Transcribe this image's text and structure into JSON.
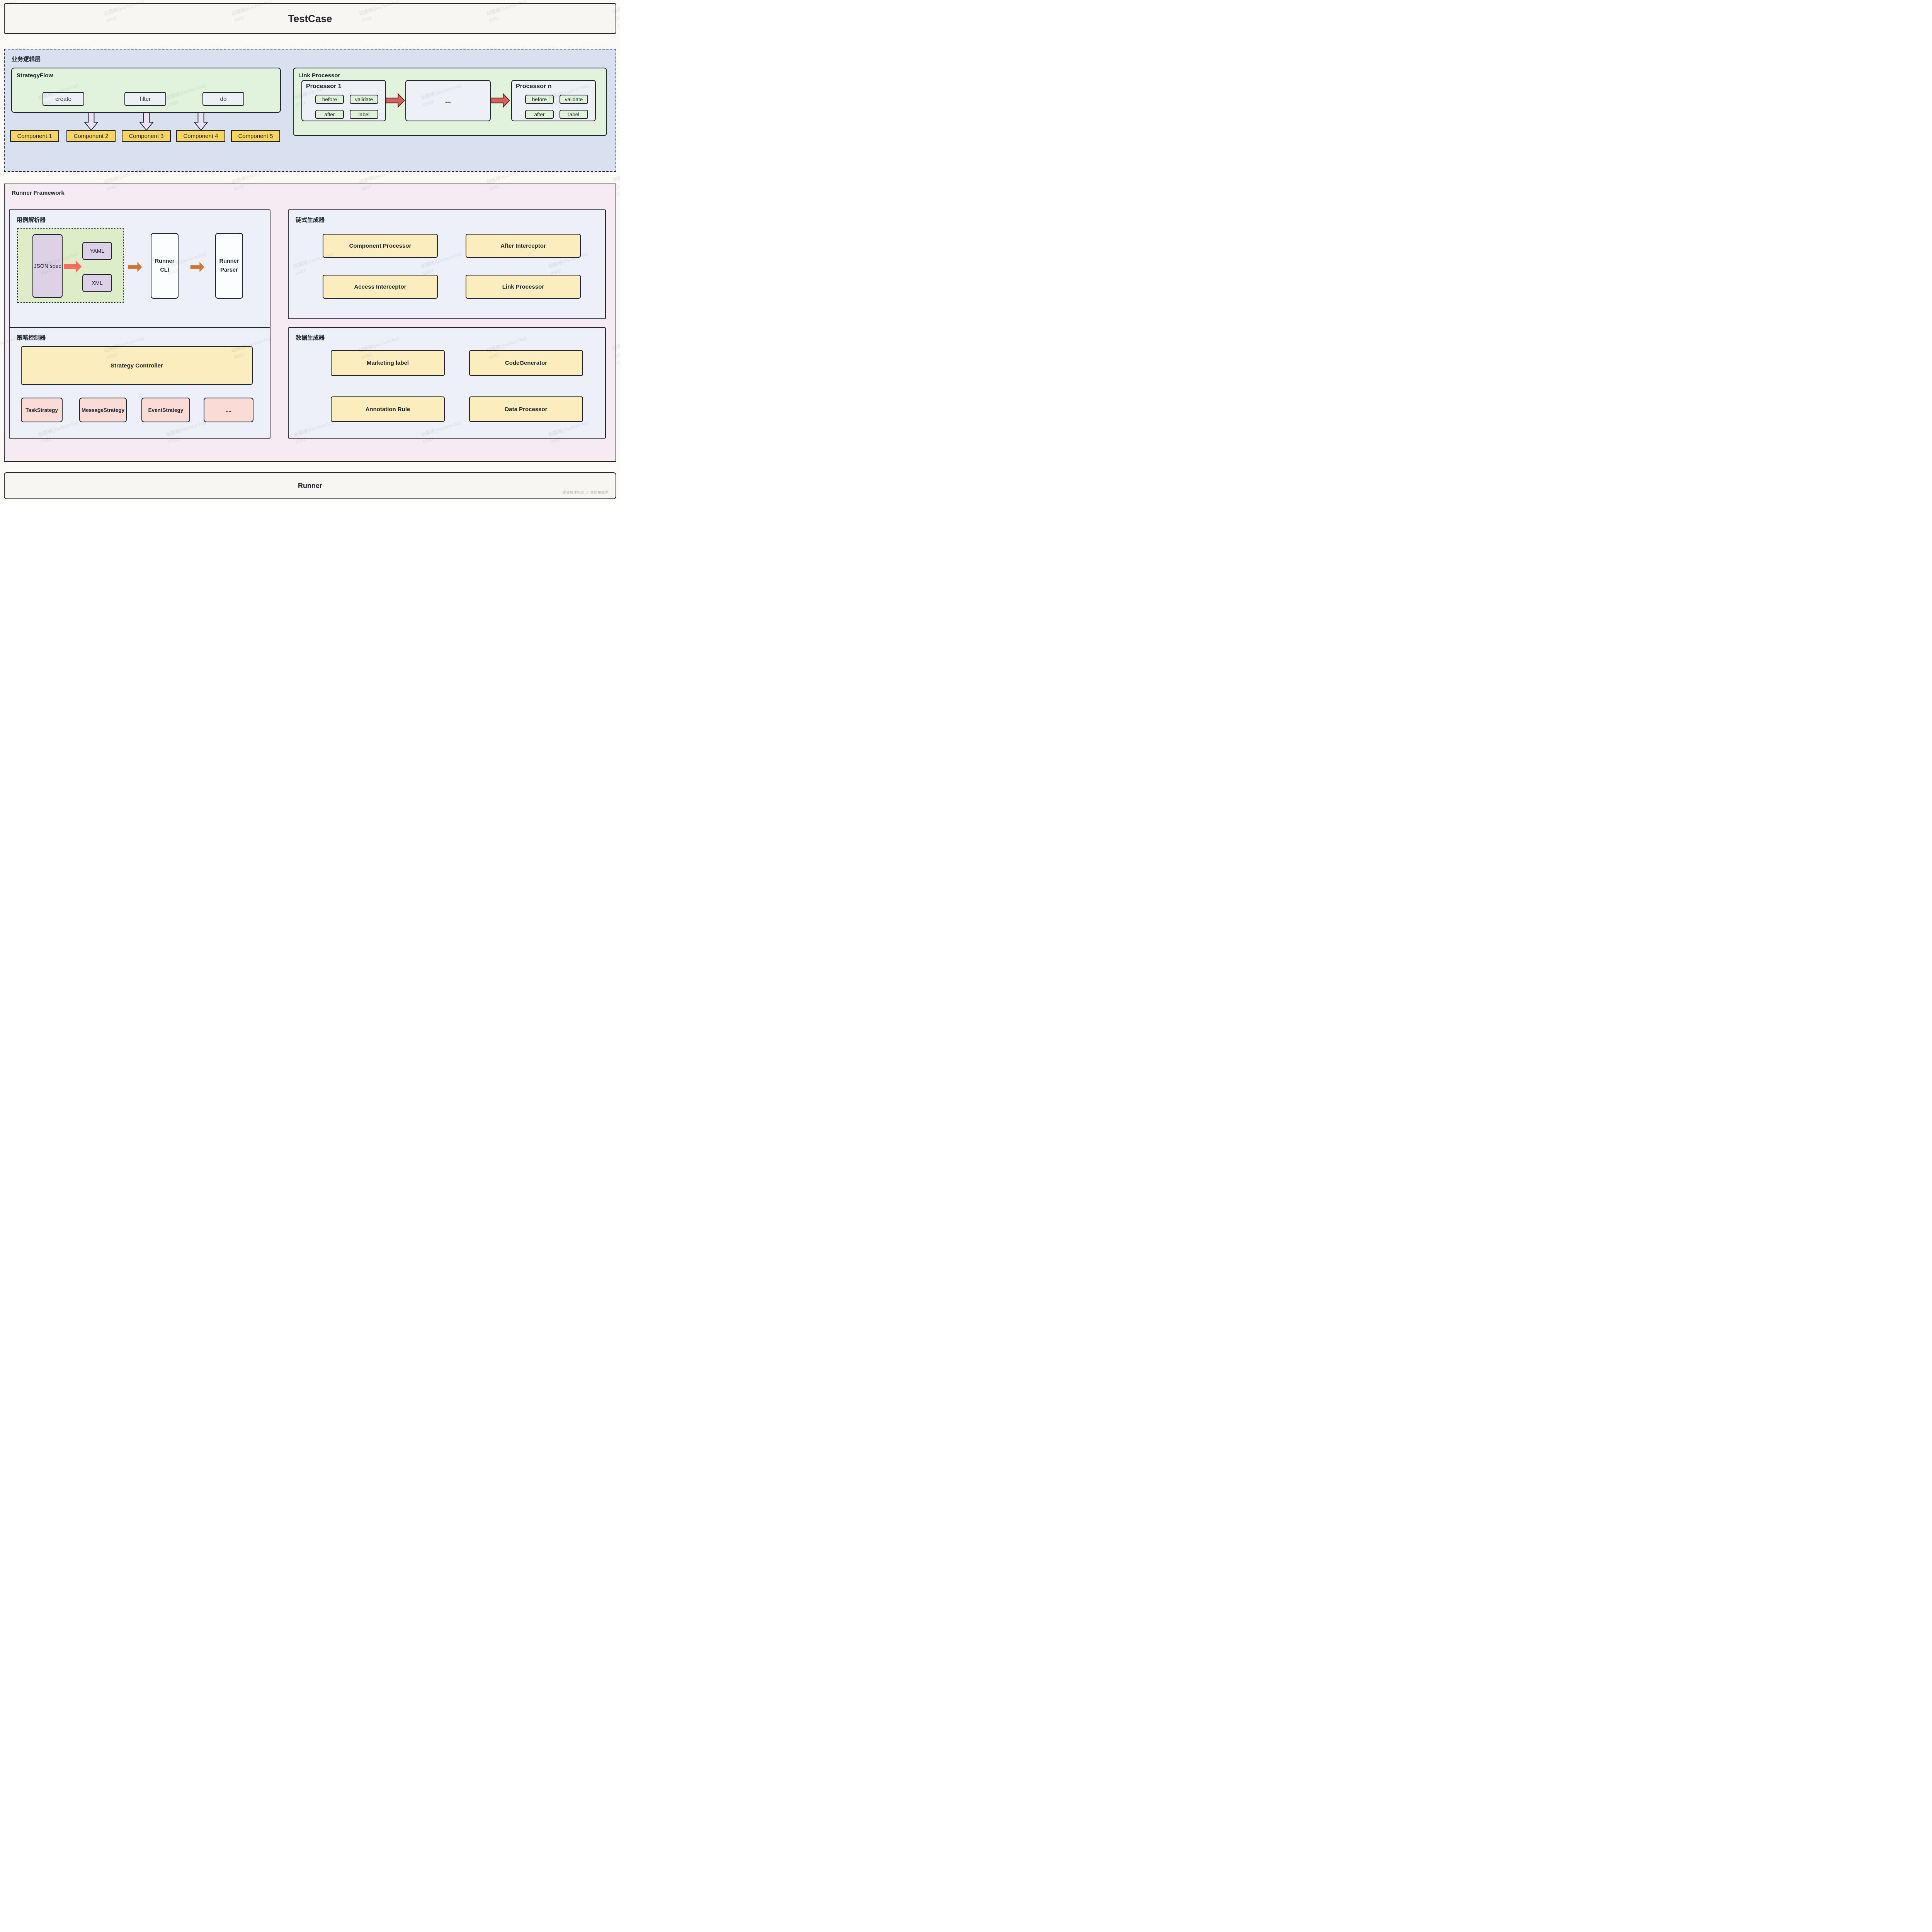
{
  "watermark": {
    "name": "胡嘉椿(jiachun.hu)",
    "code": "0582"
  },
  "header": {
    "title": "TestCase"
  },
  "business_layer": {
    "label": "业务逻辑层",
    "strategy_flow": {
      "label": "StrategyFlow",
      "steps": [
        "create",
        "filter",
        "do"
      ]
    },
    "components": [
      "Component 1",
      "Component 2",
      "Component 3",
      "Component 4",
      "Component 5"
    ],
    "link_processor": {
      "label": "Link Processor",
      "processor_first": {
        "title": "Processor 1",
        "hooks": [
          "before",
          "validate",
          "after",
          "label"
        ]
      },
      "middle_label": "...",
      "processor_last": {
        "title": "Processor n",
        "hooks": [
          "before",
          "validate",
          "after",
          "label"
        ]
      }
    }
  },
  "runner_framework": {
    "label": "Runner Framework",
    "case_parser": {
      "label": "用例解析器",
      "json_spec": "JSON spec",
      "yaml": "YAML",
      "xml": "XML",
      "runner_cli": "Runner CLI",
      "runner_parser": "Runner Parser"
    },
    "chain_generator": {
      "label": "链式生成器",
      "items": [
        "Component Processor",
        "After Interceptor",
        "Access Interceptor",
        "Link Processor"
      ]
    },
    "strategy_controller": {
      "label": "策略控制器",
      "controller": "Strategy Controller",
      "strategies": [
        "TaskStrategy",
        "MessageStrategy",
        "EventStrategy",
        "...."
      ]
    },
    "data_generator": {
      "label": "数据生成器",
      "items": [
        "Marketing label",
        "CodeGenerator",
        "Annotation Rule",
        "Data Processor"
      ]
    }
  },
  "footer": {
    "title": "Runner",
    "credit": "掘金技术社区 @ 货拉拉技术"
  },
  "colors": {
    "page_bg": "#fbfaf7",
    "bar_bg": "#f7f6f2",
    "business_bg": "#d9e0f0",
    "green_bg": "#e1f3dc",
    "hook_bg": "#def3da",
    "step_bg": "#eef0f8",
    "component_yellow": "#fad45e",
    "framework_bg": "#f6ebf3",
    "subpanel_bg": "#edf0f8",
    "dotted_green": "#dcedc8",
    "lavender": "#ddd1e7",
    "white_box": "#fcfdfe",
    "cream_yellow": "#fbedbd",
    "pink_box": "#fadbd6",
    "arrow_red": "#d2605c",
    "arrow_coral": "#fb6b59",
    "arrow_orange": "#d4712b",
    "arrow_purple": "#ebe1f9",
    "border_dark": "#22252b"
  }
}
